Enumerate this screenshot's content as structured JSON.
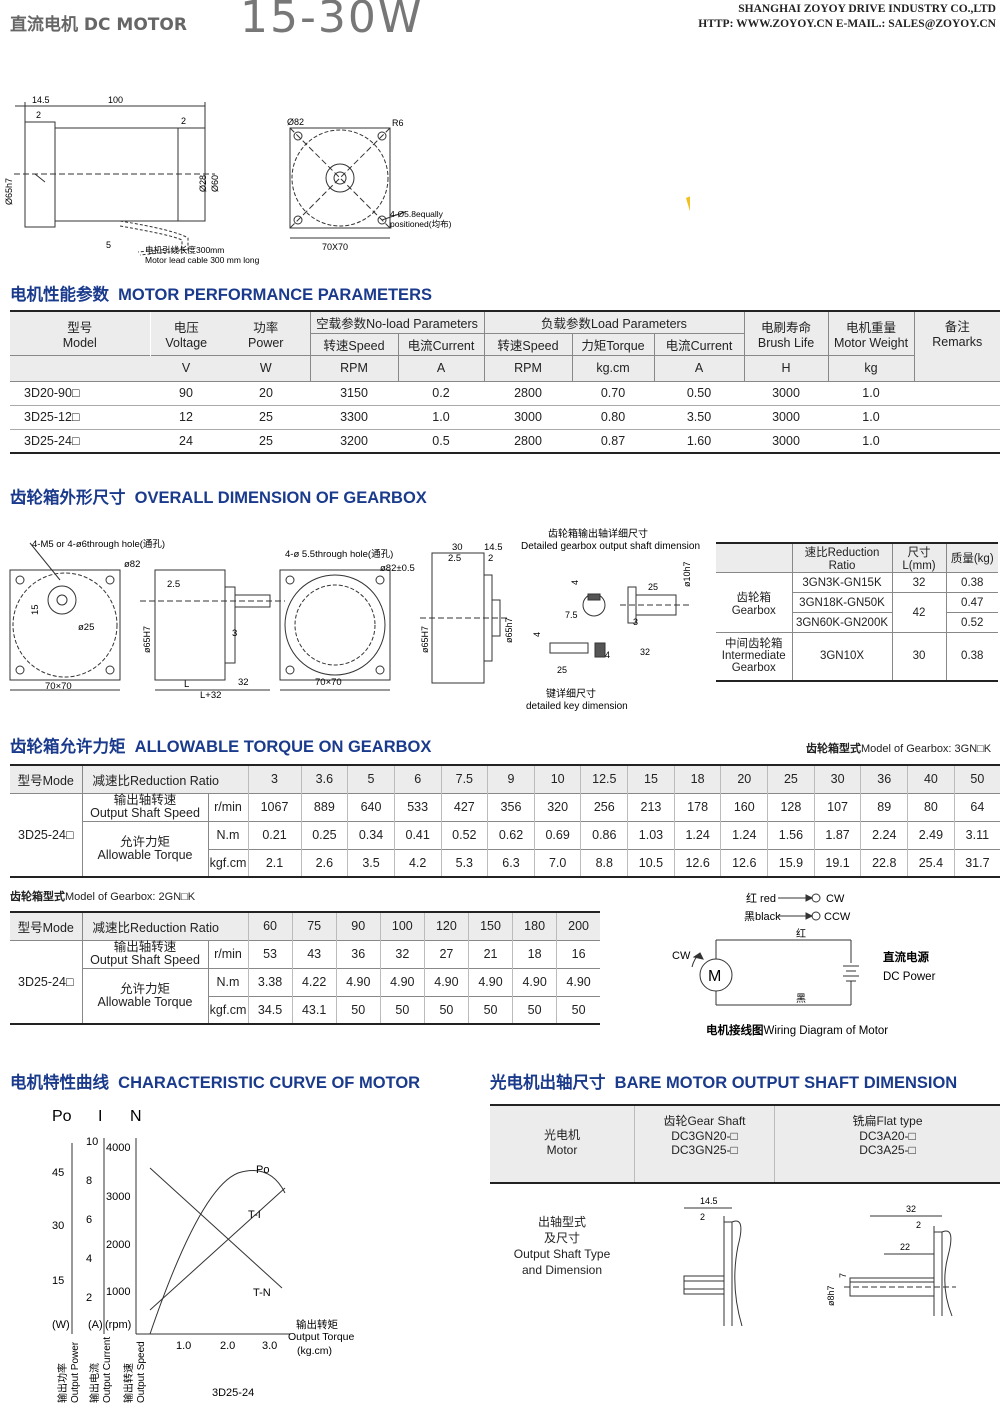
{
  "header": {
    "left_title": "直流电机 DC MOTOR",
    "big_title": "15-30W",
    "company": "SHANGHAI ZOYOY DRIVE INDUSTRY CO.,LTD",
    "contact": "HTTP: WWW.ZOYOY.CN  E-MAIL.: SALES@ZOYOY.CN"
  },
  "motor_drawing": {
    "d14_5": "14.5",
    "d100": "100",
    "d2a": "2",
    "d2b": "2",
    "d5": "5",
    "phi65": "Ø65h7",
    "phi28": "Ø28",
    "phi60": "Ø60",
    "cable_cn": "电机引线长度300mm",
    "cable_en": "Motor lead cable 300 mm long",
    "phi82": "Ø82",
    "r6": "R6",
    "holes_a": "4-Ø5.8equally",
    "holes_b": "positioned(均布)",
    "size": "70X70"
  },
  "perf": {
    "title_cn": "电机性能参数",
    "title_en": "MOTOR PERFORMANCE PARAMETERS",
    "h_model_cn": "型号",
    "h_model_en": "Model",
    "h_voltage_cn": "电压",
    "h_voltage_en": "Voltage",
    "h_power_cn": "功率",
    "h_power_en": "Power",
    "h_noload": "空载参数No-load Parameters",
    "h_load": "负载参数Load Parameters",
    "h_brush_cn": "电刷寿命",
    "h_brush_en": "Brush Life",
    "h_weight_cn": "电机重量",
    "h_weight_en": "Motor Weight",
    "h_remarks_cn": "备注",
    "h_remarks_en": "Remarks",
    "h_speed1": "转速Speed",
    "h_current1": "电流Current",
    "h_speed2": "转速Speed",
    "h_torque": "力矩Torque",
    "h_current2": "电流Current",
    "units": [
      "V",
      "W",
      "RPM",
      "A",
      "RPM",
      "kg.cm",
      "A",
      "H",
      "kg"
    ],
    "rows": [
      [
        "3D20-90□",
        "90",
        "20",
        "3150",
        "0.2",
        "2800",
        "0.70",
        "0.50",
        "3000",
        "1.0"
      ],
      [
        "3D25-12□",
        "12",
        "25",
        "3300",
        "1.0",
        "3000",
        "0.80",
        "3.50",
        "3000",
        "1.0"
      ],
      [
        "3D25-24□",
        "24",
        "25",
        "3200",
        "0.5",
        "2800",
        "0.87",
        "1.60",
        "3000",
        "1.0"
      ]
    ]
  },
  "gearbox": {
    "title_cn": "齿轮箱外形尺寸",
    "title_en": "OVERALL DIMENSION OF GEARBOX",
    "holes1": "4-M5 or 4-ø6through hole(通孔)",
    "holes2": "4-ø 5.5through hole(通孔)",
    "phi82": "ø82",
    "phi82_05": "ø82±0.5",
    "d2_5": "2.5",
    "d15": "15",
    "phi25": "ø25",
    "d70": "70×70",
    "d70b": "70×70",
    "phi65": "ø65H7",
    "phi65b": "ø65H7",
    "phi65c": "ø65h7",
    "d3": "3",
    "dL": "L",
    "dL32": "L+32",
    "d32": "32",
    "d30": "30",
    "d14_5": "14.5",
    "d2_5b": "2.5",
    "d2": "2",
    "detail_cn": "齿轮箱输出轴详细尺寸",
    "detail_en": "Detailed gearbox output shaft dimension",
    "s4": "4",
    "s7_5": "7.5",
    "s25": "25",
    "s10": "ø10h7",
    "s3": "3",
    "s32": "32",
    "s4b": "4",
    "s25b": "25",
    "s4c": "4",
    "key_cn": "键详细尺寸",
    "key_en": "detailed key dimension",
    "ratio_head": "速比Reduction Ratio",
    "size_head": "尺寸L(mm)",
    "weight_head": "质量(kg)",
    "gearbox_cn": "齿轮箱",
    "gearbox_en": "Gearbox",
    "rows": [
      {
        "ratio": "3GN3K-GN15K",
        "weight": "0.38"
      },
      {
        "ratio": "3GN18K-GN50K",
        "weight": "0.47"
      },
      {
        "ratio": "3GN60K-GN200K",
        "weight": "0.52"
      }
    ],
    "size_32": "32",
    "size_42": "42",
    "inter_cn": "中间齿轮箱",
    "inter_en1": "Intermediate",
    "inter_en2": "Gearbox",
    "inter_ratio": "3GN10X",
    "inter_size": "30",
    "inter_weight": "0.38"
  },
  "torque": {
    "title_cn": "齿轮箱允许力矩",
    "title_en": "ALLOWABLE TORQUE ON GEARBOX",
    "model1_cn": "齿轮箱型式",
    "model1_en": "Model of Gearbox: 3GN□K",
    "model_head": "型号Mode",
    "ratio_head": "减速比Reduction Ratio",
    "model": "3D25-24□",
    "speed_cn": "输出轴转速",
    "speed_en": "Output Shaft Speed",
    "torque_cn": "允许力矩",
    "torque_en": "Allowable Torque",
    "u_rmin": "r/min",
    "u_nm": "N.m",
    "u_kgf": "kgf.cm",
    "t1": {
      "ratios": [
        "3",
        "3.6",
        "5",
        "6",
        "7.5",
        "9",
        "10",
        "12.5",
        "15",
        "18",
        "20",
        "25",
        "30",
        "36",
        "40",
        "50"
      ],
      "speed": [
        "1067",
        "889",
        "640",
        "533",
        "427",
        "356",
        "320",
        "256",
        "213",
        "178",
        "160",
        "128",
        "107",
        "89",
        "80",
        "64"
      ],
      "nm": [
        "0.21",
        "0.25",
        "0.34",
        "0.41",
        "0.52",
        "0.62",
        "0.69",
        "0.86",
        "1.03",
        "1.24",
        "1.24",
        "1.56",
        "1.87",
        "2.24",
        "2.49",
        "3.11"
      ],
      "kgf": [
        "2.1",
        "2.6",
        "3.5",
        "4.2",
        "5.3",
        "6.3",
        "7.0",
        "8.8",
        "10.5",
        "12.6",
        "12.6",
        "15.9",
        "19.1",
        "22.8",
        "25.4",
        "31.7"
      ]
    },
    "model2_cn": "齿轮箱型式",
    "model2_en": "Model of Gearbox: 2GN□K",
    "t2": {
      "ratios": [
        "60",
        "75",
        "90",
        "100",
        "120",
        "150",
        "180",
        "200"
      ],
      "speed": [
        "53",
        "43",
        "36",
        "32",
        "27",
        "21",
        "18",
        "16"
      ],
      "nm": [
        "3.38",
        "4.22",
        "4.90",
        "4.90",
        "4.90",
        "4.90",
        "4.90",
        "4.90"
      ],
      "kgf": [
        "34.5",
        "43.1",
        "50",
        "50",
        "50",
        "50",
        "50",
        "50"
      ]
    }
  },
  "wiring": {
    "red": "红 red",
    "black": "黑black",
    "cw": "CW",
    "ccw": "CCW",
    "cw2": "CW",
    "m": "M",
    "red_cn": "红",
    "black_cn": "黑",
    "power_cn": "直流电源",
    "power_en": "DC Power",
    "caption_cn": "电机接线图",
    "caption_en": "Wiring Diagram of Motor"
  },
  "curve": {
    "title_cn": "电机特性曲线",
    "title_en": "CHARACTERISTIC CURVE OF MOTOR",
    "po": "Po",
    "i": "I",
    "n": "N",
    "po_ticks": [
      "45",
      "30",
      "15"
    ],
    "i_ticks": [
      "10",
      "8",
      "6",
      "4",
      "2"
    ],
    "n_ticks": [
      "4000",
      "3000",
      "2000",
      "1000"
    ],
    "x_ticks": [
      "1.0",
      "2.0",
      "3.0"
    ],
    "u_w": "(W)",
    "u_a": "(A)",
    "u_rpm": "(rpm)",
    "l_po": "Po",
    "l_ti": "T-I",
    "l_tn": "T-N",
    "x_cn": "输出转矩",
    "x_en1": "Output Torque",
    "x_en2": "(kg.cm)",
    "v1_cn": "输出功率",
    "v1_en": "Output Power",
    "v2_cn": "输出电流",
    "v2_en": "Output Current",
    "v3_cn": "输出转速",
    "v3_en": "Output Speed",
    "model": "3D25-24"
  },
  "bare": {
    "title_cn": "光电机出轴尺寸",
    "title_en": "BARE MOTOR OUTPUT SHAFT DIMENSION",
    "motor_cn": "光电机",
    "motor_en": "Motor",
    "gear_head": "齿轮Gear Shaft",
    "gear_m1": "DC3GN20-□",
    "gear_m2": "DC3GN25-□",
    "flat_head": "铣扁Flat type",
    "flat_m1": "DC3A20-□",
    "flat_m2": "DC3A25-□",
    "type_cn1": "出轴型式",
    "type_cn2": "及尺寸",
    "type_en1": "Output Shaft Type",
    "type_en2": "and Dimension",
    "g14_5": "14.5",
    "g2": "2",
    "f32": "32",
    "f2": "2",
    "f22": "22",
    "f8": "ø8h7",
    "f7": "7"
  }
}
